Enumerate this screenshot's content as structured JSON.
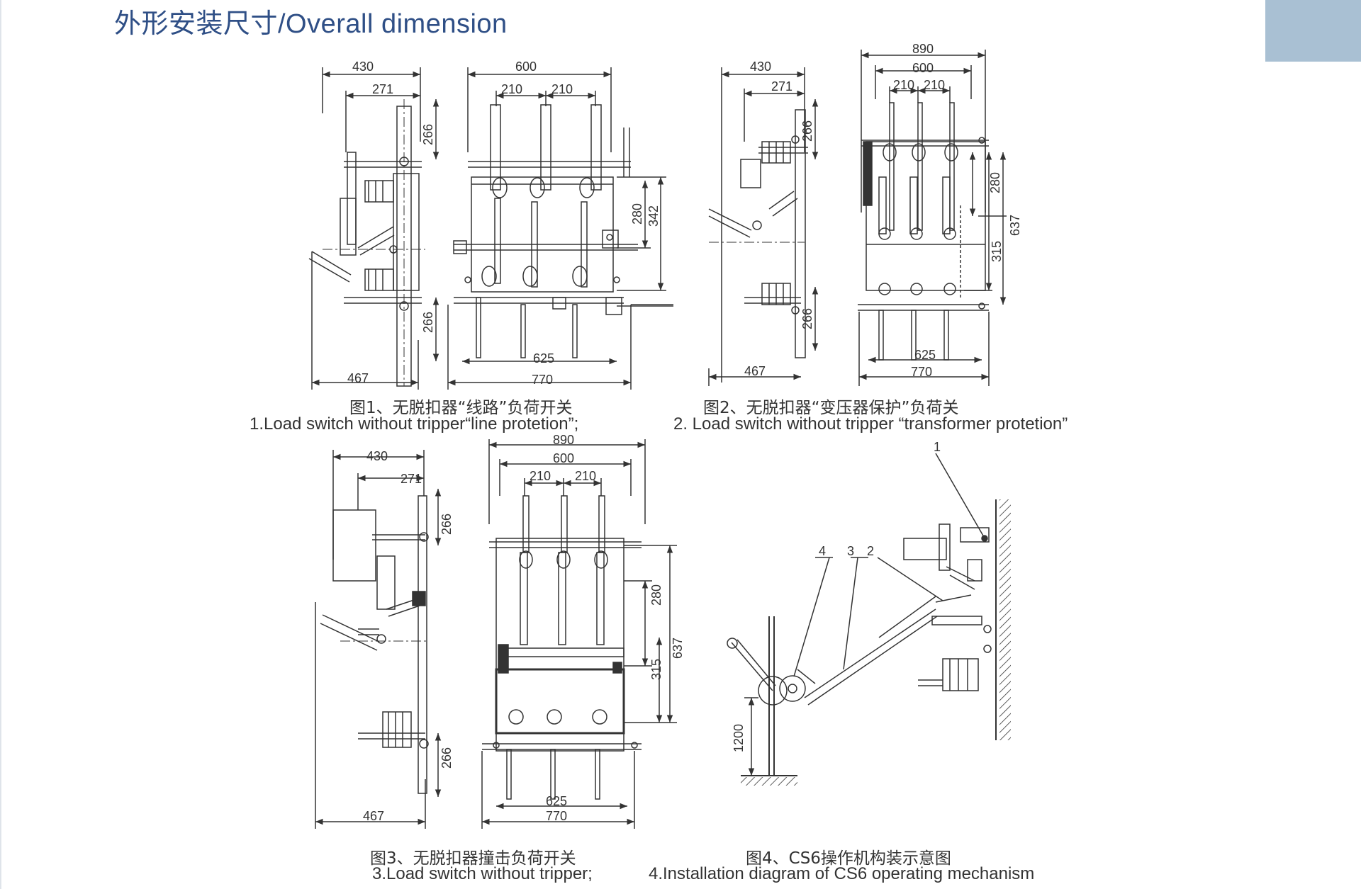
{
  "page": {
    "title": "外形安装尺寸/Overall dimension",
    "accent_color": "#2f4f86",
    "corner_tab_color": "#a9c0d3"
  },
  "fig1": {
    "caption_cn": "图1、无脱扣器“线路”负荷开关",
    "caption_en": "1.Load switch without tripper“line protetion”;",
    "dims": {
      "d430": "430",
      "d271": "271",
      "d266a": "266",
      "d266b": "266",
      "d467": "467",
      "d600": "600",
      "d210a": "210",
      "d210b": "210",
      "d280": "280",
      "d342": "342",
      "d625": "625",
      "d770": "770"
    }
  },
  "fig2": {
    "caption_cn": "图2、无脱扣器“变压器保护”负荷关",
    "caption_en": "2. Load switch without tripper “transformer protetion”",
    "dims": {
      "d430": "430",
      "d271": "271",
      "d266a": "266",
      "d266b": "266",
      "d467": "467",
      "d890": "890",
      "d600": "600",
      "d210a": "210",
      "d210b": "210",
      "d280": "280",
      "d637": "637",
      "d315": "315",
      "d625": "625",
      "d770": "770"
    }
  },
  "fig3": {
    "caption_cn": "图3、无脱扣器撞击负荷开关",
    "caption_en": "3.Load switch without tripper;",
    "dims": {
      "d430": "430",
      "d271": "271",
      "d266a": "266",
      "d266b": "266",
      "d467": "467",
      "d890": "890",
      "d600": "600",
      "d210a": "210",
      "d210b": "210",
      "d280": "280",
      "d637": "637",
      "d315": "315",
      "d625": "625",
      "d770": "770"
    }
  },
  "fig4": {
    "caption_cn": "图4、CS6操作机构装示意图",
    "caption_en": "4.Installation diagram of CS6 operating mechanism",
    "labels": {
      "l1": "1",
      "l2": "2",
      "l3": "3",
      "l4": "4"
    },
    "dims": {
      "d1200": "1200"
    }
  }
}
